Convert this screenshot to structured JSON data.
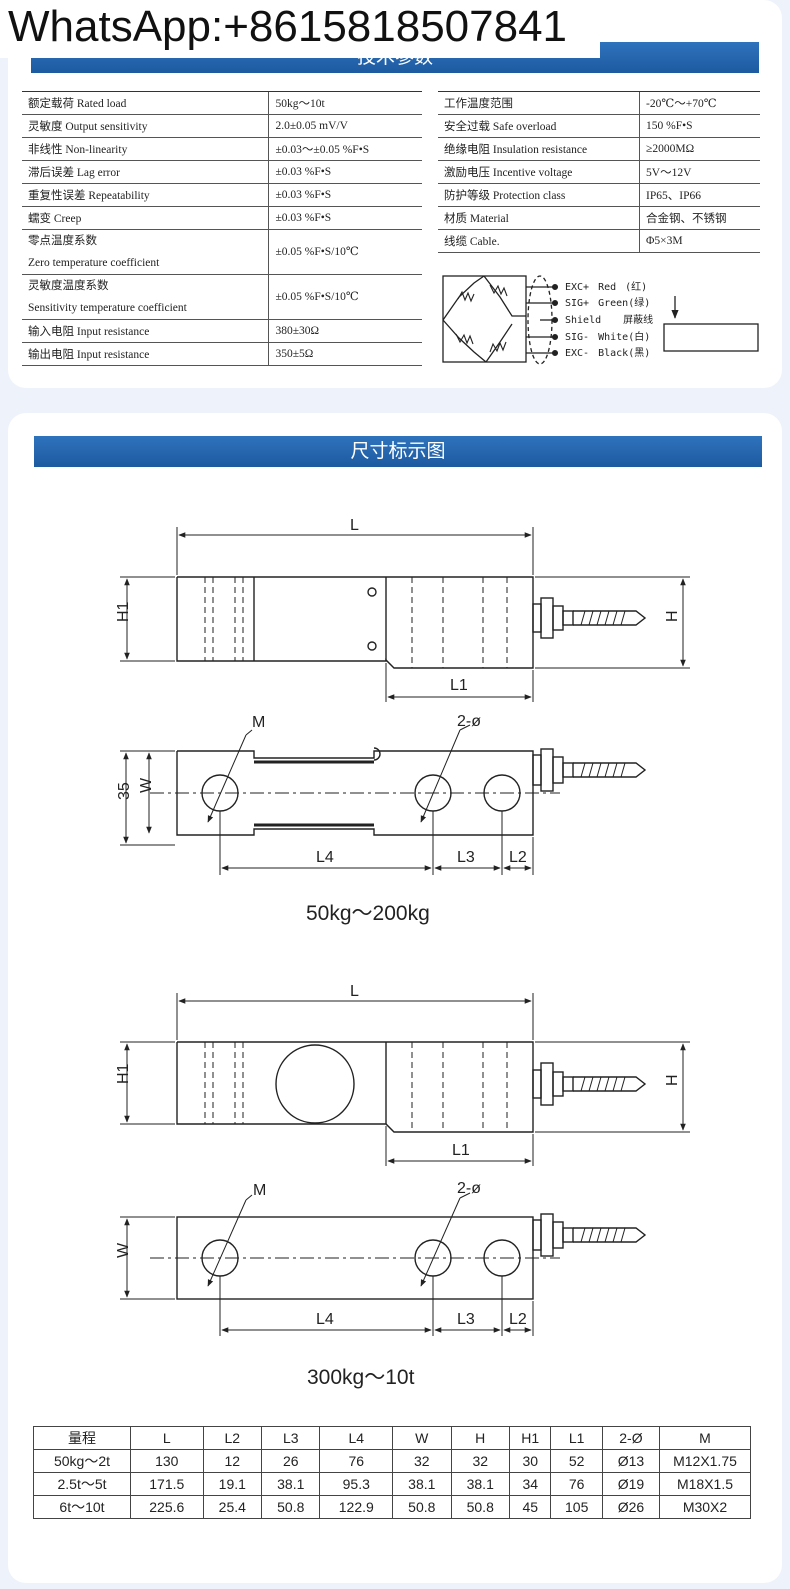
{
  "watermark": "WhatsApp:+8615818507841",
  "section1_title": "技术参数",
  "section2_title": "尺寸标示图",
  "specs_left": [
    {
      "name": "额定载荷 Rated load",
      "value": "50kg～10t"
    },
    {
      "name": "灵敏度 Output sensitivity",
      "value": "2.0±0.05 mV/V"
    },
    {
      "name": "非线性 Non-linearity",
      "value": "±0.03～±0.05 %F•S"
    },
    {
      "name": "滞后误差 Lag error",
      "value": "±0.03 %F•S"
    },
    {
      "name": "重复性误差 Repeatability",
      "value": "±0.03 %F•S"
    },
    {
      "name": "蠕变 Creep",
      "value": "±0.03 %F•S"
    },
    {
      "name": "零点温度系数",
      "name2": "Zero temperature coefficient",
      "value": "±0.05 %F•S/10℃"
    },
    {
      "name": "灵敏度温度系数",
      "name2": "Sensitivity temperature coefficient",
      "value": "±0.05 %F•S/10℃"
    },
    {
      "name": "输入电阻 Input resistance",
      "value": "380±30Ω"
    },
    {
      "name": "输出电阻 Input resistance",
      "value": "350±5Ω"
    }
  ],
  "specs_right": [
    {
      "name": "工作温度范围",
      "value": "-20℃～+70℃"
    },
    {
      "name": "安全过载 Safe overload",
      "value": "150 %F•S"
    },
    {
      "name": "绝缘电阻 Insulation resistance",
      "value": "≥2000MΩ"
    },
    {
      "name": "激励电压 Incentive voltage",
      "value": "5V～12V"
    },
    {
      "name": "防护等级 Protection class",
      "value": "IP65、IP66"
    },
    {
      "name": "材质 Material",
      "value": "合金钢、不锈钢"
    },
    {
      "name": "线缆 Cable.",
      "value": "Φ5×3M"
    }
  ],
  "wiring": [
    {
      "pin": "EXC+",
      "color": "Red",
      "cn": "(红)"
    },
    {
      "pin": "SIG+",
      "color": "Green",
      "cn": "(绿)"
    },
    {
      "pin": "Shield",
      "color": "屏蔽线",
      "cn": ""
    },
    {
      "pin": "SIG-",
      "color": "White",
      "cn": "(白)"
    },
    {
      "pin": "EXC-",
      "color": "Black",
      "cn": "(黑)"
    }
  ],
  "dim_labels": {
    "L": "L",
    "L1": "L1",
    "L2": "L2",
    "L3": "L3",
    "L4": "L4",
    "H": "H",
    "H1": "H1",
    "W": "W",
    "M": "M",
    "hole": "2-ø",
    "w35": "35"
  },
  "caption1": "50kg～200kg",
  "caption2": "300kg～10t",
  "dims_table": {
    "headers": [
      "量程",
      "L",
      "L2",
      "L3",
      "L4",
      "W",
      "H",
      "H1",
      "L1",
      "2-Ø",
      "M"
    ],
    "rows": [
      [
        "50kg～2t",
        "130",
        "12",
        "26",
        "76",
        "32",
        "32",
        "30",
        "52",
        "Ø13",
        "M12X1.75"
      ],
      [
        "2.5t～5t",
        "171.5",
        "19.1",
        "38.1",
        "95.3",
        "38.1",
        "38.1",
        "34",
        "76",
        "Ø19",
        "M18X1.5"
      ],
      [
        "6t～10t",
        "225.6",
        "25.4",
        "50.8",
        "122.9",
        "50.8",
        "50.8",
        "45",
        "105",
        "Ø26",
        "M30X2"
      ]
    ]
  }
}
